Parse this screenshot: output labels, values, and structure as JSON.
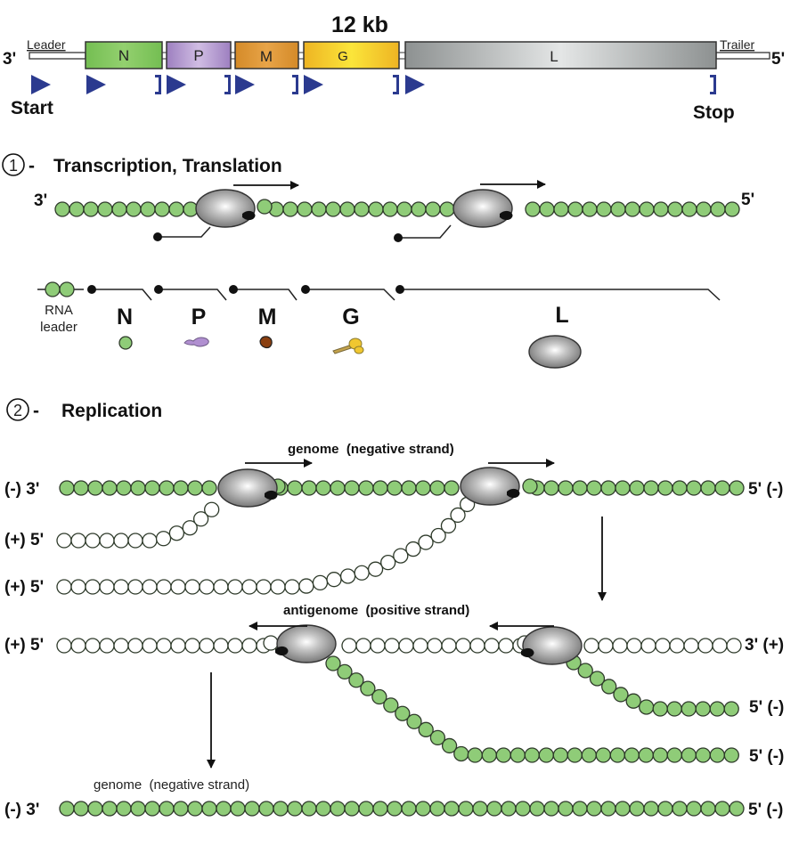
{
  "genome_map": {
    "size_label": "12 kb",
    "left_end": "3'",
    "right_end": "5'",
    "leader_label": "Leader",
    "trailer_label": "Trailer",
    "start_label": "Start",
    "stop_label": "Stop",
    "genes": [
      {
        "name": "N",
        "color": "#7cc35a"
      },
      {
        "name": "P",
        "color": "#a98ac6"
      },
      {
        "name": "M",
        "color": "#d8912e"
      },
      {
        "name": "G",
        "color": "#f2c12a"
      },
      {
        "name": "L",
        "color": "#9ea2a2"
      }
    ],
    "signal_color": "#2b3a8f"
  },
  "section1": {
    "number": "1",
    "title": "Transcription, Translation",
    "strand_left": "3'",
    "strand_right": "5'",
    "rna_leader_label_1": "RNA",
    "rna_leader_label_2": "leader",
    "mrna_labels": [
      "N",
      "P",
      "M",
      "G",
      "L"
    ],
    "products": [
      {
        "gene": "N",
        "shape": "sphere",
        "color": "#7cc35a"
      },
      {
        "gene": "P",
        "shape": "blob",
        "color": "#b08fd0"
      },
      {
        "gene": "M",
        "shape": "nugget",
        "color": "#9a4a14"
      },
      {
        "gene": "G",
        "shape": "spike",
        "color": "#f0c730"
      },
      {
        "gene": "L",
        "shape": "ellipse",
        "color": "#9a9a9a"
      }
    ]
  },
  "section2": {
    "number": "2",
    "title": "Replication",
    "genome_label": "genome  (negative strand)",
    "antigenome_label": "antigenome  (positive strand)",
    "final_genome_label": "genome  (negative strand)",
    "row1_left": "(-) 3'",
    "row1_right": "5' (-)",
    "row2_left": "(+) 5'",
    "row3_left": "(+) 5'",
    "row4_left": "(+) 5'",
    "row4_right": "3' (+)",
    "row5_right": "5' (-)",
    "row6_right": "5' (-)",
    "row7_left": "(-) 3'",
    "row7_right": "5' (-)"
  },
  "colors": {
    "nucleocapsid_green": "#8fcc78",
    "bead_outline": "#2e3a2a",
    "polymerase_gray": "#8d8d8d"
  }
}
